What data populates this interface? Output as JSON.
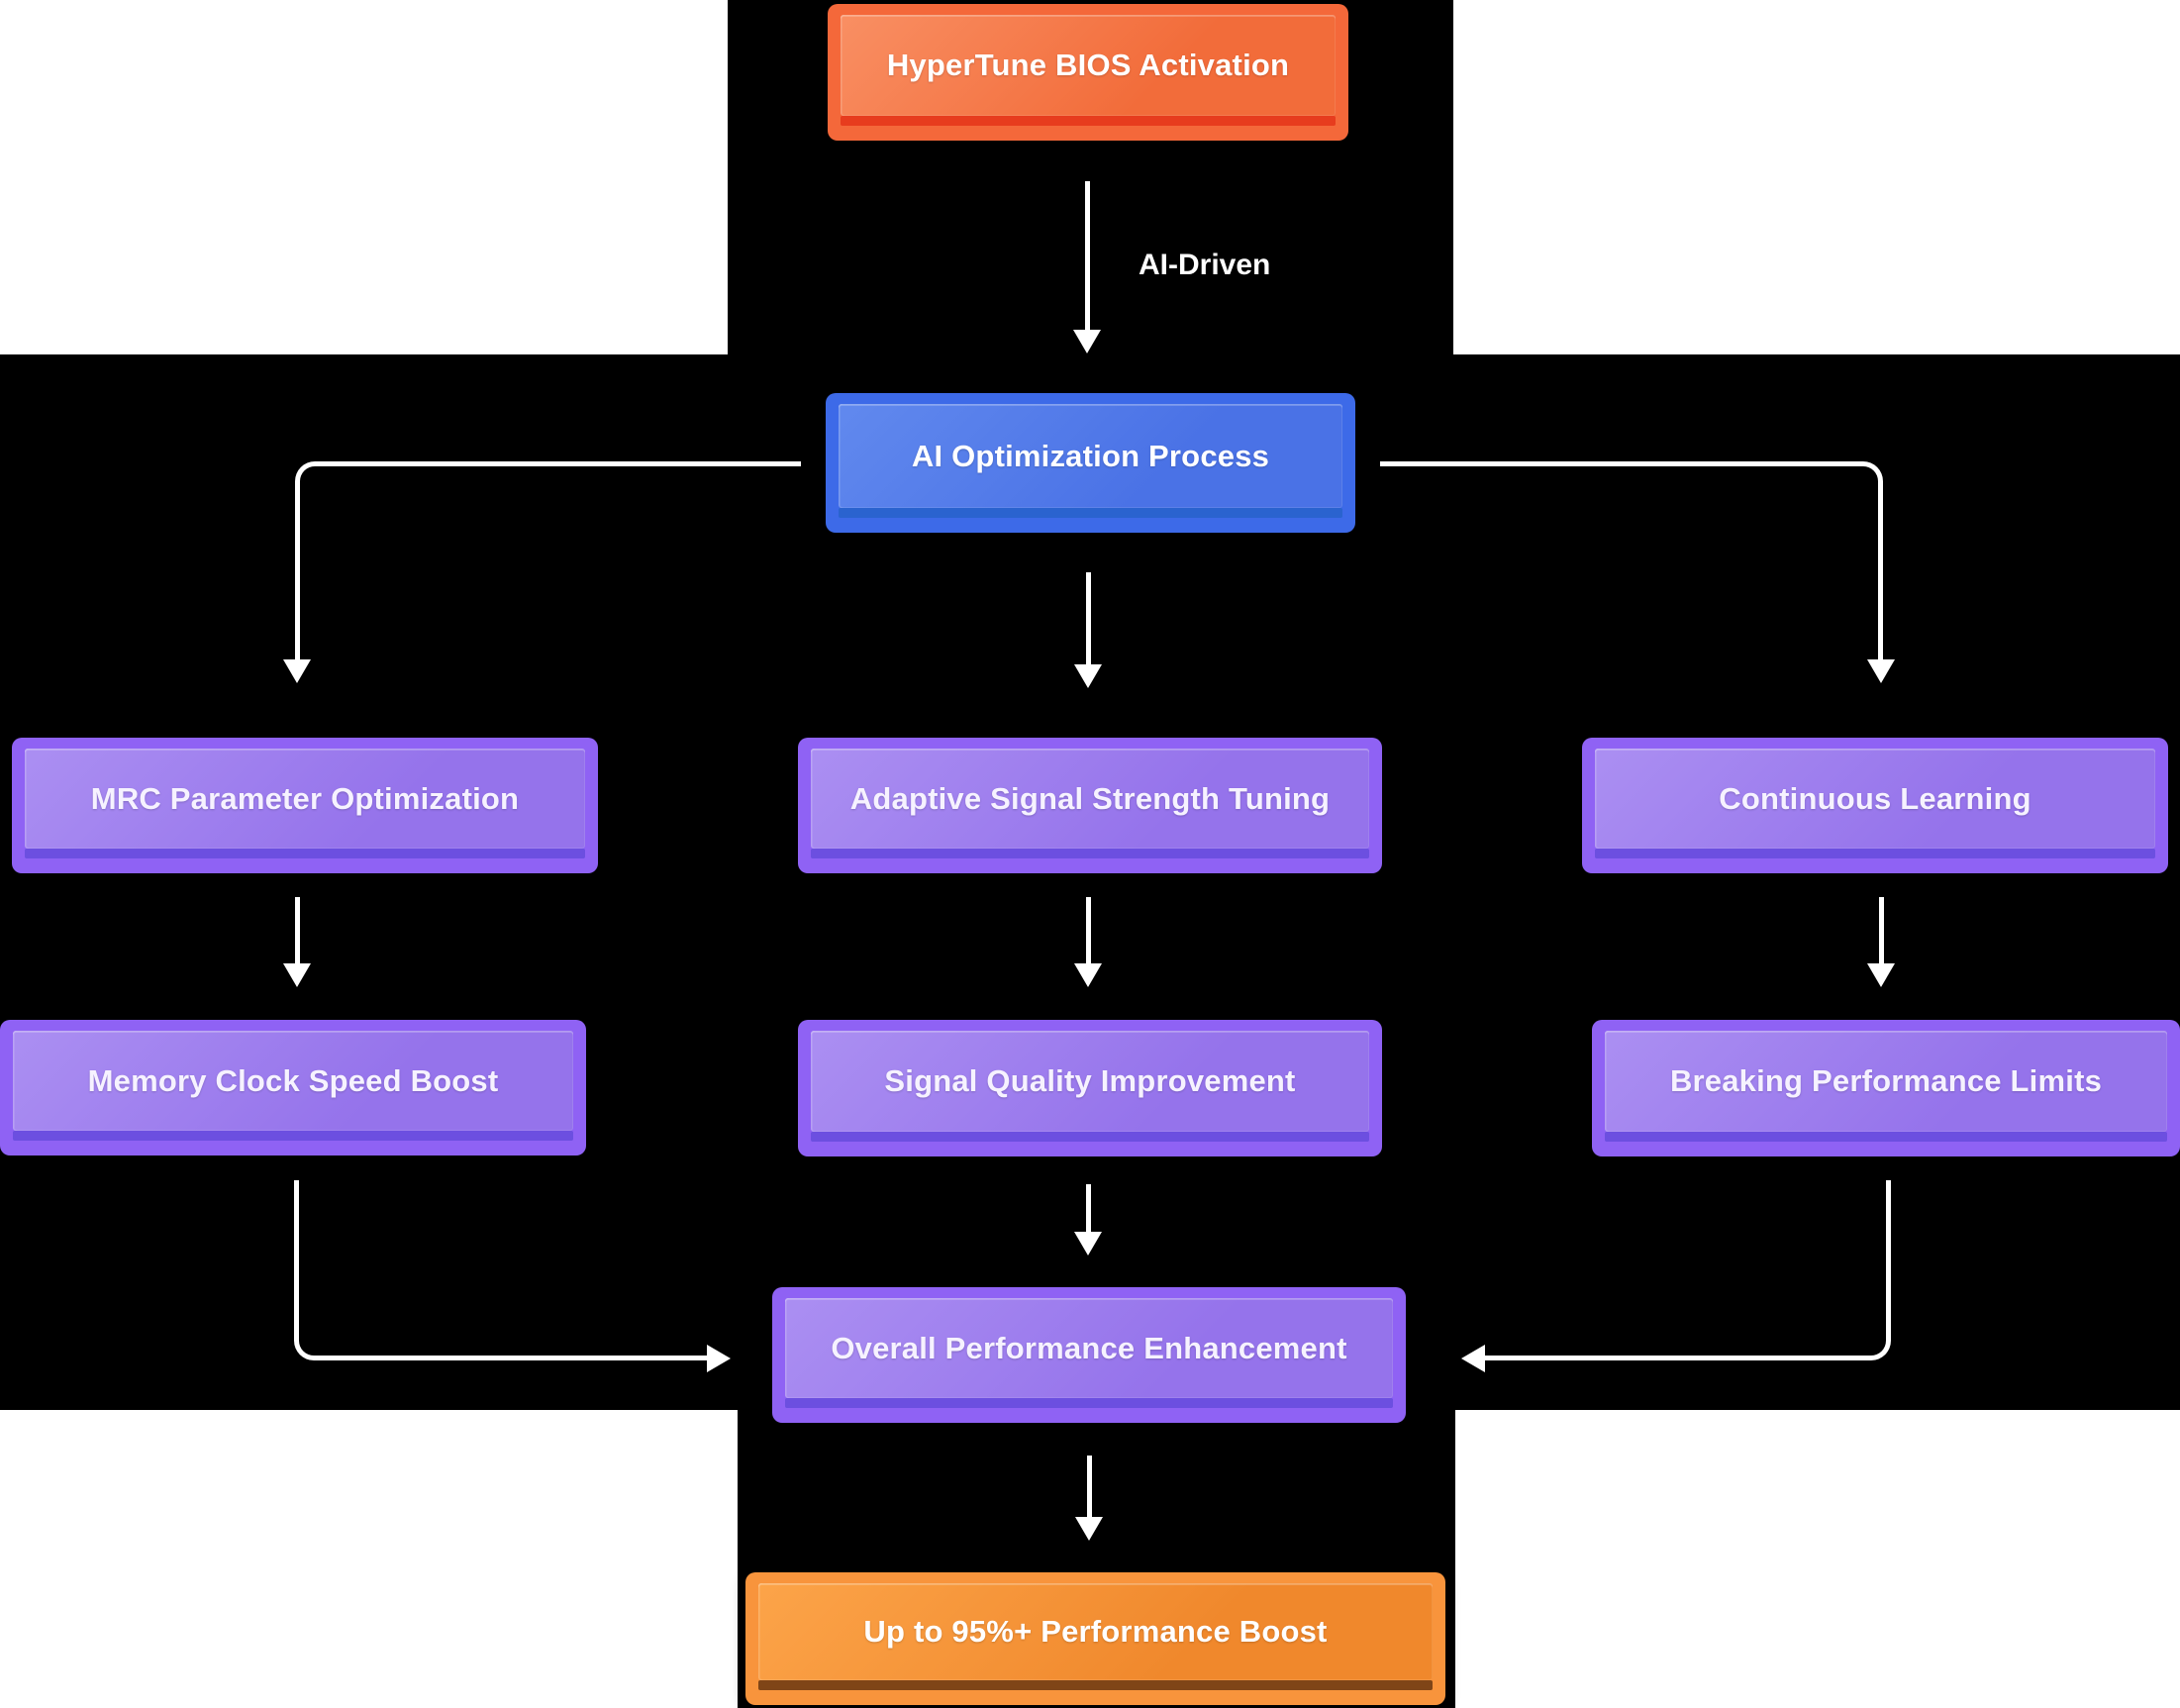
{
  "diagram": {
    "type": "flowchart",
    "background": {
      "page": "#ffffff",
      "canvas": "#000000"
    },
    "arrow_color": "#ffffff",
    "edge_label": "AI-Driven",
    "nodes": [
      {
        "id": "A",
        "label": "HyperTune BIOS Activation",
        "type": "orange_red"
      },
      {
        "id": "B",
        "label": "AI Optimization Process",
        "type": "blue"
      },
      {
        "id": "C",
        "label": "MRC Parameter Optimization",
        "type": "purple"
      },
      {
        "id": "D",
        "label": "Adaptive Signal Strength Tuning",
        "type": "purple"
      },
      {
        "id": "E",
        "label": "Continuous Learning",
        "type": "purple"
      },
      {
        "id": "F",
        "label": "Memory Clock Speed Boost",
        "type": "purple"
      },
      {
        "id": "G",
        "label": "Signal Quality Improvement",
        "type": "purple"
      },
      {
        "id": "H",
        "label": "Breaking Performance Limits",
        "type": "purple"
      },
      {
        "id": "I",
        "label": "Overall Performance Enhancement",
        "type": "purple"
      },
      {
        "id": "J",
        "label": "Up to 95%+ Performance Boost",
        "type": "orange_amber"
      }
    ],
    "edges": [
      {
        "from": "A",
        "to": "B",
        "label": "AI-Driven"
      },
      {
        "from": "B",
        "to": "C"
      },
      {
        "from": "B",
        "to": "D"
      },
      {
        "from": "B",
        "to": "E"
      },
      {
        "from": "C",
        "to": "F"
      },
      {
        "from": "D",
        "to": "G"
      },
      {
        "from": "E",
        "to": "H"
      },
      {
        "from": "F",
        "to": "I"
      },
      {
        "from": "G",
        "to": "I"
      },
      {
        "from": "H",
        "to": "I"
      },
      {
        "from": "I",
        "to": "J"
      }
    ],
    "node_styles": {
      "orange_red": {
        "border": "#f4683a",
        "fill_light": "#f98f63",
        "fill": "#f26c3a",
        "accent": "#e73c1e",
        "text": "#ffffff"
      },
      "blue": {
        "border": "#3d6ae8",
        "fill_light": "#6189ee",
        "fill": "#4a72e6",
        "accent": "#2a63cf",
        "text": "#ffffff"
      },
      "purple": {
        "border": "#8f62f4",
        "fill_light": "#ab8ff2",
        "fill": "#9573eb",
        "accent": "#6c4fe0",
        "text": "#f6f2ff"
      },
      "orange_amber": {
        "border": "#f8943c",
        "fill_light": "#fca449",
        "fill": "#f0882c",
        "accent": "#7f4517",
        "text": "#ffffff"
      }
    }
  }
}
